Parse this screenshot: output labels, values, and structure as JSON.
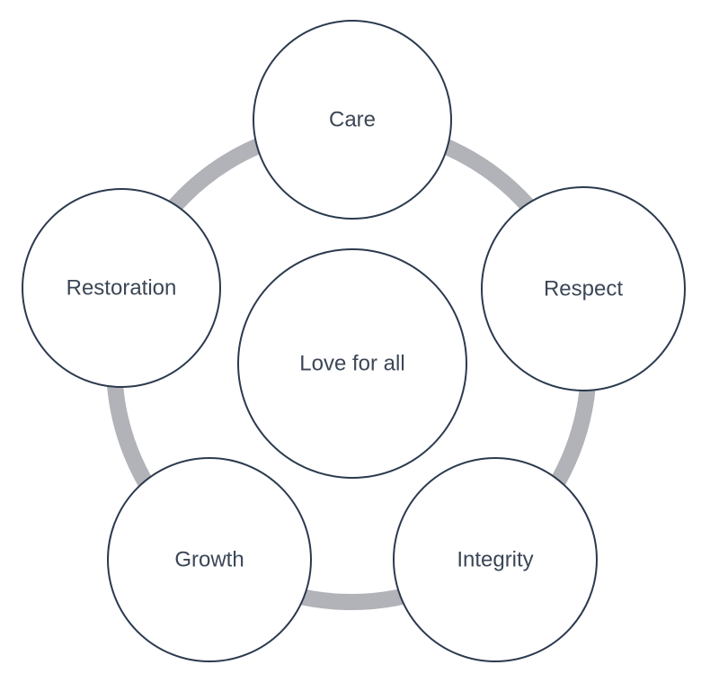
{
  "diagram": {
    "center": {
      "label": "Love for all"
    },
    "nodes": [
      {
        "id": "care",
        "label": "Care"
      },
      {
        "id": "respect",
        "label": "Respect"
      },
      {
        "id": "integrity",
        "label": "Integrity"
      },
      {
        "id": "growth",
        "label": "Growth"
      },
      {
        "id": "restoration",
        "label": "Restoration"
      }
    ],
    "colors": {
      "ring": "#b1b3b8",
      "node_outline": "#2b3a4e",
      "node_fill": "#ffffff",
      "text": "#3b4656"
    }
  }
}
